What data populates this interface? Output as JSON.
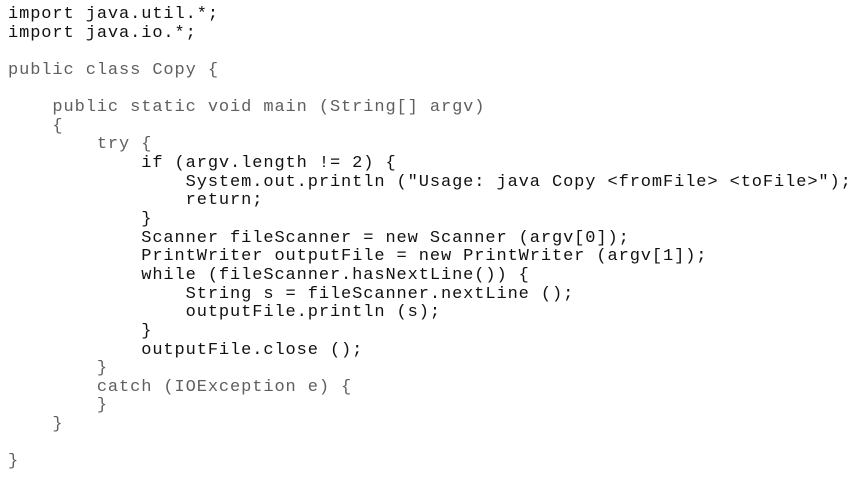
{
  "code_lines": [
    {
      "text": "import java.util.*;",
      "tone": "inner"
    },
    {
      "text": "import java.io.*;",
      "tone": "inner"
    },
    {
      "text": "",
      "tone": "outer"
    },
    {
      "text": "public class Copy {",
      "tone": "outer"
    },
    {
      "text": "",
      "tone": "outer"
    },
    {
      "text": "    public static void main (String[] argv)",
      "tone": "outer"
    },
    {
      "text": "    {",
      "tone": "outer"
    },
    {
      "text": "        try {",
      "tone": "outer"
    },
    {
      "text": "            if (argv.length != 2) {",
      "tone": "inner"
    },
    {
      "text": "                System.out.println (\"Usage: java Copy <fromFile> <toFile>\");",
      "tone": "inner"
    },
    {
      "text": "                return;",
      "tone": "inner"
    },
    {
      "text": "            }",
      "tone": "inner"
    },
    {
      "text": "            Scanner fileScanner = new Scanner (argv[0]);",
      "tone": "inner"
    },
    {
      "text": "            PrintWriter outputFile = new PrintWriter (argv[1]);",
      "tone": "inner"
    },
    {
      "text": "            while (fileScanner.hasNextLine()) {",
      "tone": "inner"
    },
    {
      "text": "                String s = fileScanner.nextLine ();",
      "tone": "inner"
    },
    {
      "text": "                outputFile.println (s);",
      "tone": "inner"
    },
    {
      "text": "            }",
      "tone": "inner"
    },
    {
      "text": "            outputFile.close ();",
      "tone": "inner"
    },
    {
      "text": "        }",
      "tone": "outer"
    },
    {
      "text": "        catch (IOException e) {",
      "tone": "outer"
    },
    {
      "text": "        }",
      "tone": "outer"
    },
    {
      "text": "    }",
      "tone": "outer"
    },
    {
      "text": "",
      "tone": "outer"
    },
    {
      "text": "}",
      "tone": "outer"
    }
  ]
}
